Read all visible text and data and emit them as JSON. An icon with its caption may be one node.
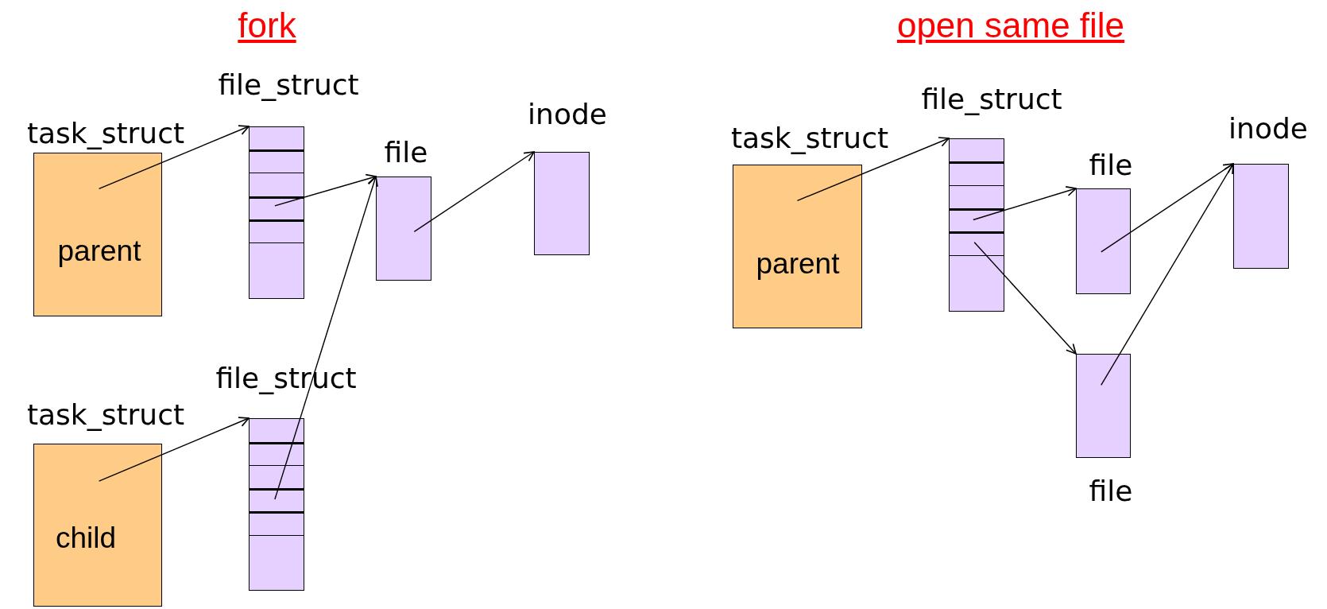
{
  "diagram": {
    "nodes": [
      {
        "text": [
          "task_struct",
          "parent"
        ]
      },
      {
        "text": [
          "file_struct"
        ]
      },
      {
        "text": [
          "file"
        ]
      },
      {
        "text": [
          "inode"
        ]
      },
      {
        "text": [
          "task_struct",
          "child"
        ]
      },
      {
        "text": [
          "file_struct"
        ]
      },
      {
        "text": [
          "task_struct",
          "parent"
        ]
      },
      {
        "text": [
          "file_struct"
        ]
      },
      {
        "text": [
          "file"
        ]
      },
      {
        "text": [
          "inode"
        ]
      },
      {
        "text": [
          "file"
        ]
      }
    ],
    "edges": [
      {
        "from": 0,
        "to": 1,
        "arrow": "to"
      },
      {
        "from": 1,
        "to": 2,
        "arrow": "to"
      },
      {
        "from": 2,
        "to": 3,
        "arrow": "to"
      },
      {
        "from": 4,
        "to": 5,
        "arrow": "to"
      },
      {
        "from": 5,
        "to": 2,
        "arrow": "to"
      },
      {
        "from": 6,
        "to": 7,
        "arrow": "to"
      },
      {
        "from": 7,
        "to": 8,
        "arrow": "to"
      },
      {
        "from": 7,
        "to": 10,
        "arrow": "to"
      },
      {
        "from": 8,
        "to": 9,
        "arrow": "to"
      },
      {
        "from": 10,
        "to": 9,
        "arrow": "to"
      }
    ],
    "labels": [
      "fork",
      "open same file"
    ]
  }
}
